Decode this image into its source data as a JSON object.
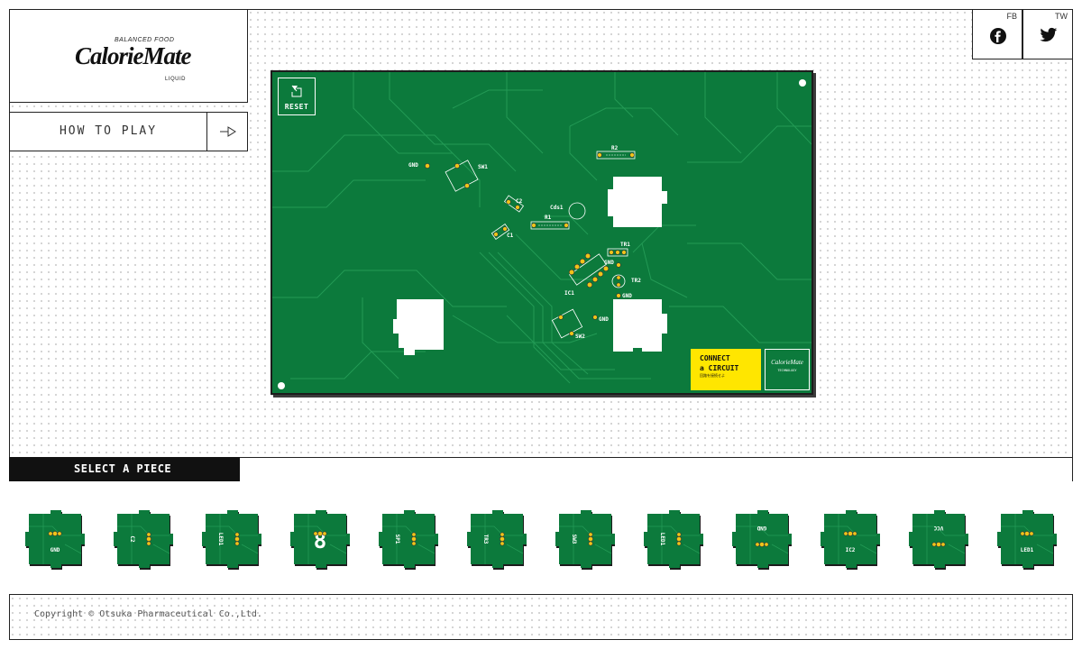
{
  "logo": {
    "tagline": "BALANCED FOOD",
    "brand": "CalorieMate",
    "variant": "LIQUID"
  },
  "nav": {
    "how_to_play": "HOW TO PLAY"
  },
  "social": {
    "fb_label": "FB",
    "tw_label": "TW",
    "fb_icon": "facebook-icon",
    "tw_icon": "twitter-icon"
  },
  "board": {
    "reset_label": "RESET",
    "components": {
      "gnd_a": "GND",
      "sw1": "SW1",
      "c2": "C2",
      "c1": "C1",
      "r1": "R1",
      "r2": "R2",
      "cds1": "Cds1",
      "tr1": "TR1",
      "tr2": "TR2",
      "gnd_b": "GND",
      "gnd_c": "GND",
      "ic1": "IC1",
      "sw2": "SW2",
      "gnd_d": "GND"
    },
    "connect_line1": "CONNECT",
    "connect_line2": "a CIRCUIT",
    "connect_sub": "回路を接続せよ",
    "badge_brand": "CalorieMate",
    "badge_line": "TECHNOLOGY"
  },
  "pieces": {
    "header": "SELECT A PIECE",
    "items": [
      {
        "label": "GND"
      },
      {
        "label": "C2"
      },
      {
        "label": "LED1"
      },
      {
        "label": "8"
      },
      {
        "label": "SP1"
      },
      {
        "label": "TR3"
      },
      {
        "label": "SW3"
      },
      {
        "label": "LED1"
      },
      {
        "label": "GND"
      },
      {
        "label": "IC2"
      },
      {
        "label": "VCC"
      },
      {
        "label": "LED1"
      }
    ]
  },
  "footer": {
    "copyright": "Copyright © Otsuka Pharmaceutical Co.,Ltd."
  },
  "colors": {
    "board_green": "#0c7a3c",
    "trace": "#1f9a52",
    "pad": "#e2b52a",
    "yellow": "#ffe600"
  }
}
